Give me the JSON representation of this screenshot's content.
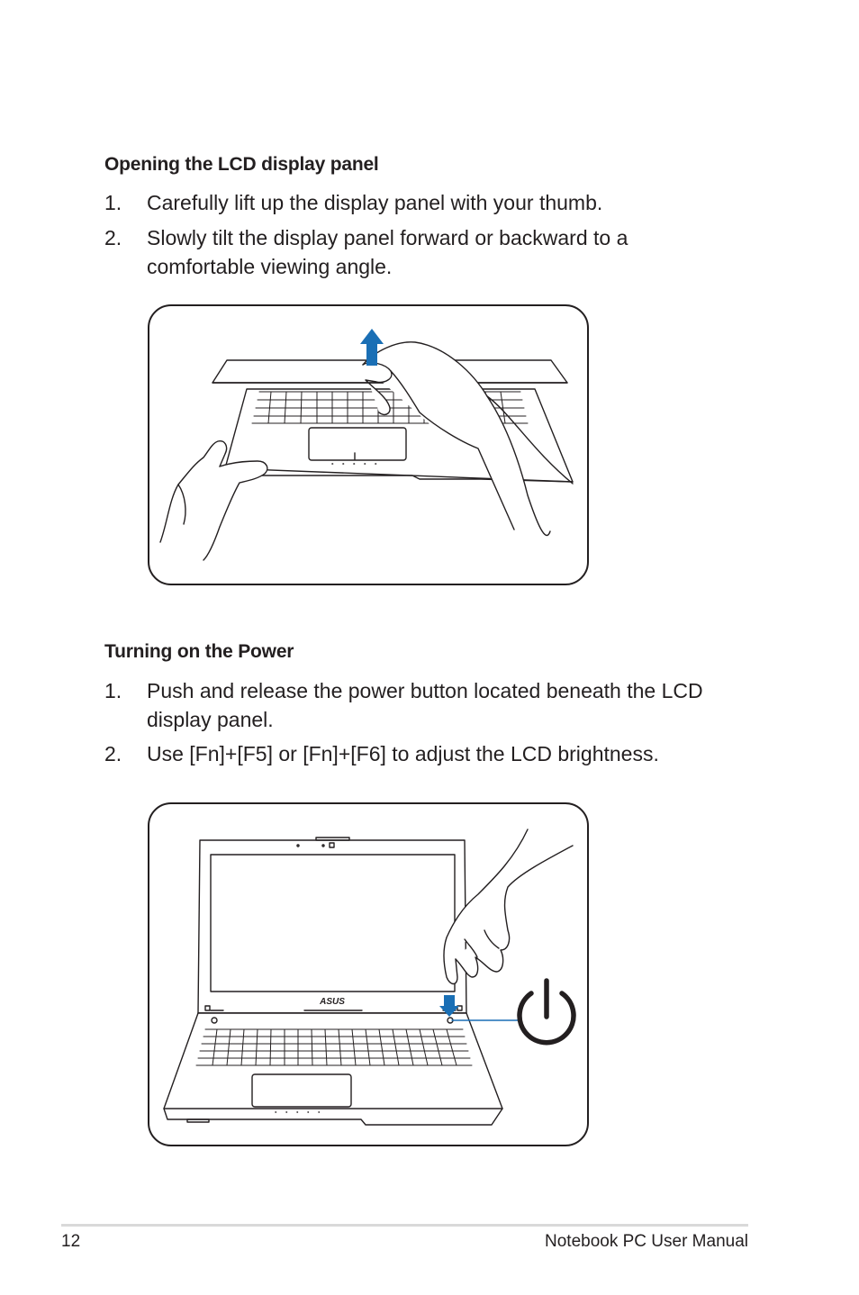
{
  "section1": {
    "heading": "Opening the LCD display panel",
    "steps": [
      {
        "num": "1.",
        "text": "Carefully lift up the display panel with your thumb."
      },
      {
        "num": "2.",
        "text": "Slowly tilt the display panel forward or backward to a comfortable viewing angle."
      }
    ]
  },
  "section2": {
    "heading": "Turning on the Power",
    "steps": [
      {
        "num": "1.",
        "text": "Push and release the power button located beneath the LCD display panel."
      },
      {
        "num": "2.",
        "text": "Use [Fn]+[F5] or [Fn]+[F6] to adjust the LCD brightness."
      }
    ]
  },
  "illustration2": {
    "logo_text": "ASUS"
  },
  "colors": {
    "arrow": "#1a6fb5",
    "ink": "#231f20"
  },
  "footer": {
    "page_number": "12",
    "title": "Notebook PC User Manual"
  }
}
